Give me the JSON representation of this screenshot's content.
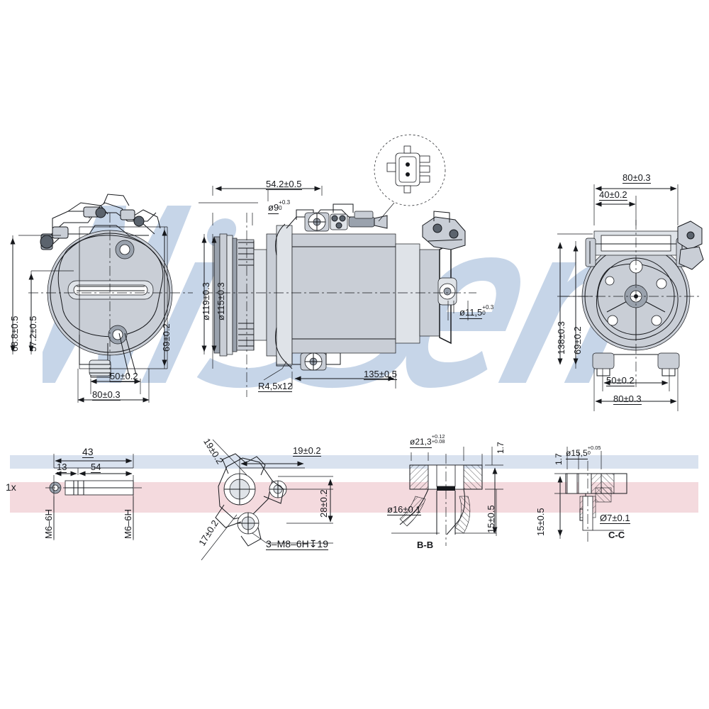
{
  "document": {
    "kind": "engineering-drawing",
    "subject": "A/C compressor dimensional drawing",
    "watermark": "Nissens",
    "watermark_color": "#c4d4e8",
    "line_color": "#16181c",
    "band_blue_color": "#d9e2ef",
    "band_pink_color": "#f4dade"
  },
  "views": {
    "front": {
      "name": "front-view",
      "title": ""
    },
    "side": {
      "name": "side-view",
      "title": ""
    },
    "rear": {
      "name": "rear-view",
      "title": ""
    },
    "detail_connector": {
      "name": "connector-detail",
      "title": ""
    }
  },
  "dimensions": {
    "front": {
      "d1": "68.8±0.5",
      "d2": "57.2±0.5",
      "d3": "69±0.2",
      "d4": "50±0.2",
      "d5": "80±0.3"
    },
    "side": {
      "d1": "54.2±0.5",
      "d2_base": "ø9",
      "d2_tol_up": "+0.3",
      "d2_tol_lo": "0",
      "d3": "ø119±0.3",
      "d4": "ø115±0.3",
      "d5": "135±0.5",
      "d6": "R4,5x12",
      "d7_base": "ø11,5",
      "d7_tol_up": "+0.3",
      "d7_tol_lo": "0"
    },
    "rear": {
      "d1": "80±0.3",
      "d2": "40±0.2",
      "d3": "138±0.3",
      "d4": "69±0.2",
      "d5": "50±0.2",
      "d6": "80±0.3"
    }
  },
  "details": {
    "shaft": {
      "name": "shaft-detail",
      "qty": "1x",
      "d_total": "43",
      "d_left": "13",
      "d_right": "54",
      "thread_left": "M6–6H",
      "thread_right": "M6–6H"
    },
    "mount": {
      "name": "mount-pattern-detail",
      "d1": "19±0.2",
      "d2": "19±0.2",
      "d3": "17±0.2",
      "d4": "28±0.2",
      "thread_note": "3–M8–6H↧19"
    },
    "port_bb": {
      "name": "port-section-bb",
      "section_label": "B-B",
      "d_bore_base": "ø21,3",
      "d_bore_tol_up": "+0.12",
      "d_bore_tol_lo": "+0.08",
      "d_flat": "1.7",
      "d_inner": "ø16±0.1",
      "d_depth": "15±0.5"
    },
    "port_cc": {
      "name": "port-section-cc",
      "section_label": "C-C",
      "d_bore_base": "ø15,5",
      "d_bore_tol_up": "+0.05",
      "d_bore_tol_lo": "0",
      "d_flat": "1.7",
      "d_depth": "15±0.5",
      "d_pin": "Ø7±0.1"
    }
  }
}
